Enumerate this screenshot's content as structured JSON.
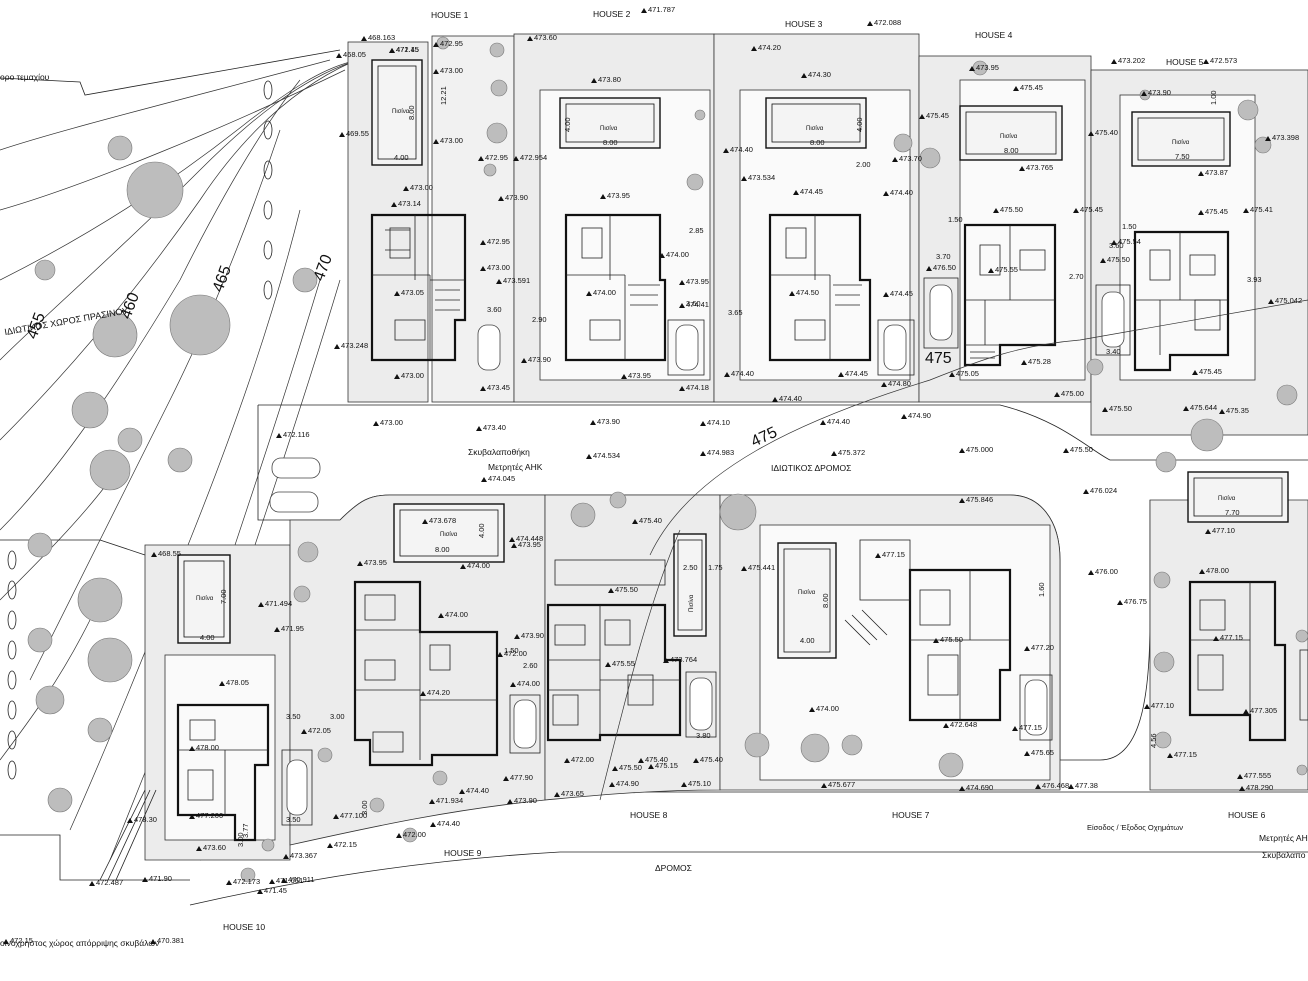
{
  "labels": {
    "plot_boundary": "ορο τεμαχίου",
    "green_space": "ΙΔΙΩΤΙΚΟΣ ΧΩΡΟΣ ΠΡΑΣΙΝΟΥ",
    "private_road": "ΙΔΙΩΤΙΚΟΣ ΔΡΟΜΟΣ",
    "road": "ΔΡΟΜΟΣ",
    "bin_store": "Σκυβαλαποθήκη",
    "meters": "Μετρητές ΑΗΚ",
    "meters_right": "Μετρητές ΑΗ",
    "bin_store_right": "Σκυβαλαπο",
    "entrance": "Είσοδος / Έξοδος Οχημάτων",
    "waste_area": "οινόχρηστος χώρος απόρριψης σκυβάλων",
    "pool": "Πισίνα"
  },
  "houses": [
    "HOUSE 1",
    "HOUSE 2",
    "HOUSE 3",
    "HOUSE 4",
    "HOUSE 5",
    "HOUSE 6",
    "HOUSE 7",
    "HOUSE 8",
    "HOUSE 9",
    "HOUSE 10"
  ],
  "contours": [
    "455",
    "460",
    "465",
    "470",
    "475",
    "475"
  ],
  "pool_dims": {
    "p1": [
      "4.00",
      "8.00"
    ],
    "p2": [
      "8.00",
      "4.00"
    ],
    "p3": [
      "8.00",
      "4.00"
    ],
    "p4": [
      "8.00"
    ],
    "p5": [
      "7.50"
    ],
    "p6": [
      "7.70"
    ],
    "p7": [
      "4.00",
      "8.00"
    ],
    "p8": [
      "2.50",
      "1.75"
    ],
    "p9": [
      "8.00",
      "4.00"
    ],
    "p10": [
      "4.00",
      "7.00"
    ]
  },
  "dims": [
    "12.21",
    "2.90",
    "3.60",
    "3.65",
    "3.60",
    "2.85",
    "1.50",
    "3.70",
    "2.70",
    "3.40",
    "3.93",
    "1.50",
    "3.60",
    "1.00",
    "2.00",
    "3.50",
    "3.00",
    "2.60",
    "1.50",
    "3.50",
    "1.60",
    "3.80",
    "3.00",
    "3.00",
    "3.77",
    "4.56"
  ],
  "elevations": [
    "471.45",
    "468.163",
    "472.95",
    "468.05",
    "473.00",
    "469.55",
    "473.00",
    "472.95",
    "472.954",
    "473.80",
    "471.787",
    "473.60",
    "474.20",
    "474.30",
    "472.088",
    "473.202",
    "472.573",
    "473.95",
    "475.45",
    "473.90",
    "473.398",
    "475.45",
    "475.40",
    "474.40",
    "473.70",
    "473.765",
    "473.87",
    "473.00",
    "473.14",
    "473.90",
    "473.95",
    "473.534",
    "474.45",
    "474.40",
    "475.50",
    "475.45",
    "475.45",
    "475.41",
    "475.54",
    "472.95",
    "474.00",
    "473.00",
    "473.591",
    "473.95",
    "476.50",
    "475.55",
    "475.50",
    "475.042",
    "473.05",
    "474.00",
    "474.50",
    "474.41",
    "474.45",
    "473.248",
    "473.90",
    "475.28",
    "475.05",
    "475.45",
    "473.00",
    "473.45",
    "473.95",
    "474.18",
    "474.40",
    "474.45",
    "474.80",
    "475.00",
    "475.50",
    "475.644",
    "475.35",
    "473.40",
    "473.90",
    "474.40",
    "474.10",
    "474.40",
    "474.90",
    "473.00",
    "472.116",
    "474.534",
    "474.983",
    "475.372",
    "475.000",
    "475.50",
    "474.045",
    "476.024",
    "475.846",
    "473.678",
    "475.40",
    "474.448",
    "473.95",
    "477.15",
    "477.10",
    "468.55",
    "473.95",
    "474.00",
    "475.441",
    "476.00",
    "478.00",
    "471.494",
    "474.00",
    "475.50",
    "476.75",
    "471.95",
    "473.90",
    "475.55",
    "475.50",
    "477.20",
    "477.15",
    "478.05",
    "472.00",
    "474.00",
    "474.20",
    "473.764",
    "474.00",
    "477.10",
    "477.305",
    "478.00",
    "472.05",
    "472.648",
    "477.15",
    "477.200",
    "472.00",
    "475.40",
    "475.50",
    "475.15",
    "475.40",
    "475.65",
    "477.15",
    "477.90",
    "474.40",
    "474.90",
    "475.10",
    "475.677",
    "476.468",
    "477.38",
    "477.555",
    "478.290",
    "478.30",
    "471.934",
    "473.65",
    "474.690",
    "477.100",
    "473.90",
    "474.40",
    "473.60",
    "472.00",
    "473.367",
    "472.15",
    "472.487",
    "471.90",
    "472.173",
    "471.45",
    "471.661",
    "472.15",
    "470.381",
    "470.911",
    "472.15"
  ]
}
